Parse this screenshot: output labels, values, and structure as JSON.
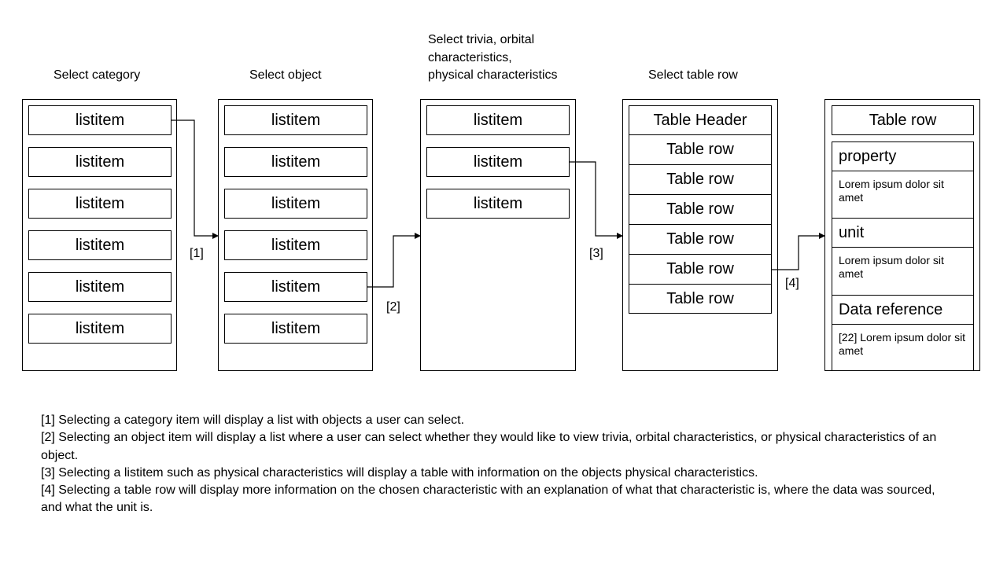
{
  "columns": {
    "category": {
      "title": "Select category",
      "items": [
        "listitem",
        "listitem",
        "listitem",
        "listitem",
        "listitem",
        "listitem"
      ]
    },
    "object": {
      "title": "Select object",
      "items": [
        "listitem",
        "listitem",
        "listitem",
        "listitem",
        "listitem",
        "listitem"
      ]
    },
    "characteristics": {
      "title_lines": [
        "Select trivia, orbital",
        "characteristics,",
        "physical characteristics"
      ],
      "items": [
        "listitem",
        "listitem",
        "listitem"
      ]
    },
    "table": {
      "title": "Select table row",
      "header": "Table Header",
      "rows": [
        "Table row",
        "Table row",
        "Table row",
        "Table row",
        "Table row",
        "Table row"
      ]
    },
    "detail": {
      "title": "Table row",
      "property_label": "property",
      "property_text": "Lorem ipsum dolor sit amet",
      "unit_label": "unit",
      "unit_text": "Lorem ipsum dolor sit amet",
      "reference_label": "Data reference",
      "reference_text": "[22] Lorem ipsum dolor sit amet"
    }
  },
  "connector_labels": [
    "[1]",
    "[2]",
    "[3]",
    "[4]"
  ],
  "notes": [
    "[1] Selecting a category item will display a list with objects a user can select.",
    "[2] Selecting an object item will display a list where a user can select whether they would like to view trivia, orbital characteristics, or physical characteristics of an object.",
    "[3] Selecting a listitem such as physical characteristics will display a table with information on the objects physical characteristics.",
    "[4] Selecting a table row will display more information on the chosen characteristic with an explanation of what that characteristic is, where the data was sourced, and what the unit is."
  ]
}
